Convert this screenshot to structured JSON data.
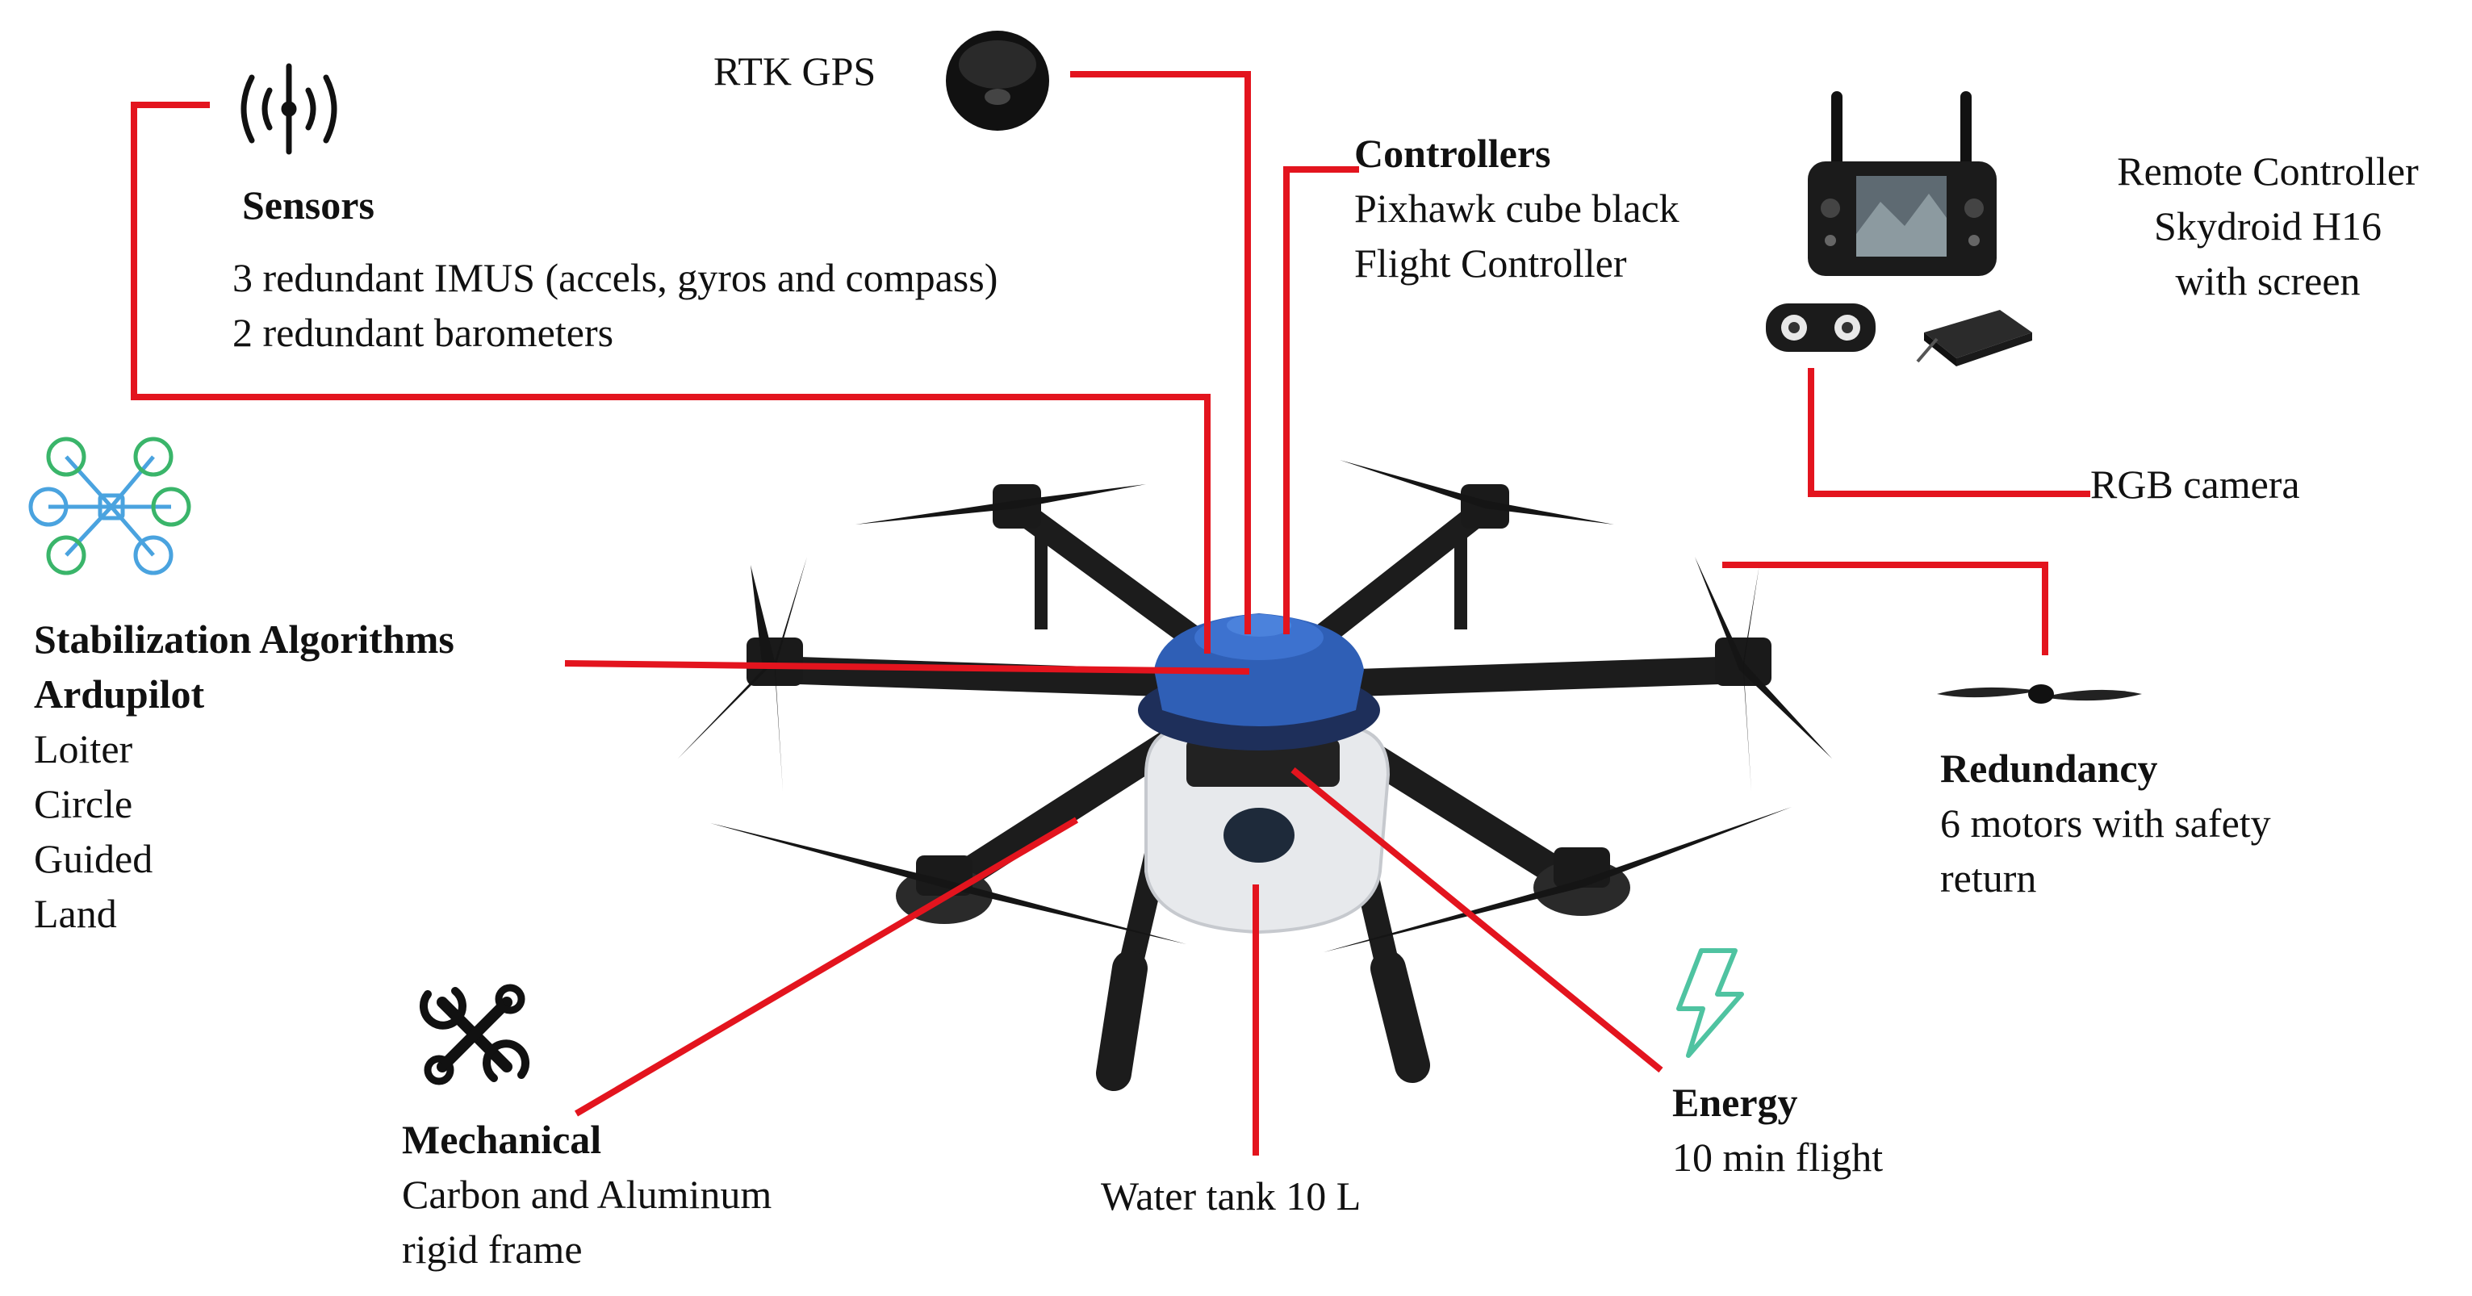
{
  "colors": {
    "connector": "#e3141e",
    "hub": "#2f5fb6",
    "frame": "#1a1a1a",
    "tank": "#e7e9ec",
    "accent_green": "#3ab56a",
    "accent_blue": "#4aa3df"
  },
  "icons": {
    "sensors": "antenna-icon",
    "gps": "gps-puck-icon",
    "stabilization": "hexacopter-layout-icon",
    "mechanical": "crossed-wrenches-icon",
    "energy": "lightning-icon",
    "redundancy": "propeller-icon",
    "remote": "remote-controller-icon",
    "camera": "stereo-camera-icon"
  },
  "labels": {
    "rtk_gps": "RTK GPS",
    "sensors": {
      "title": "Sensors",
      "line1": "3 redundant IMUS (accels, gyros and compass)",
      "line2": "2 redundant barometers"
    },
    "controllers": {
      "title": "Controllers",
      "line1": "Pixhawk cube black",
      "line2": "Flight Controller"
    },
    "remote": {
      "line1": "Remote Controller",
      "line2": "Skydroid H16",
      "line3": "with screen"
    },
    "rgb_camera": "RGB camera",
    "stabilization": {
      "title1": "Stabilization Algorithms",
      "title2": "Ardupilot",
      "modes": [
        "Loiter",
        "Circle",
        "Guided",
        "Land"
      ]
    },
    "redundancy": {
      "title": "Redundancy",
      "line1": "6 motors with safety",
      "line2": "return"
    },
    "mechanical": {
      "title": "Mechanical",
      "line1": "Carbon and Aluminum",
      "line2": "rigid frame"
    },
    "water_tank": "Water tank 10 L",
    "energy": {
      "title": "Energy",
      "line1": "10 min flight"
    }
  }
}
